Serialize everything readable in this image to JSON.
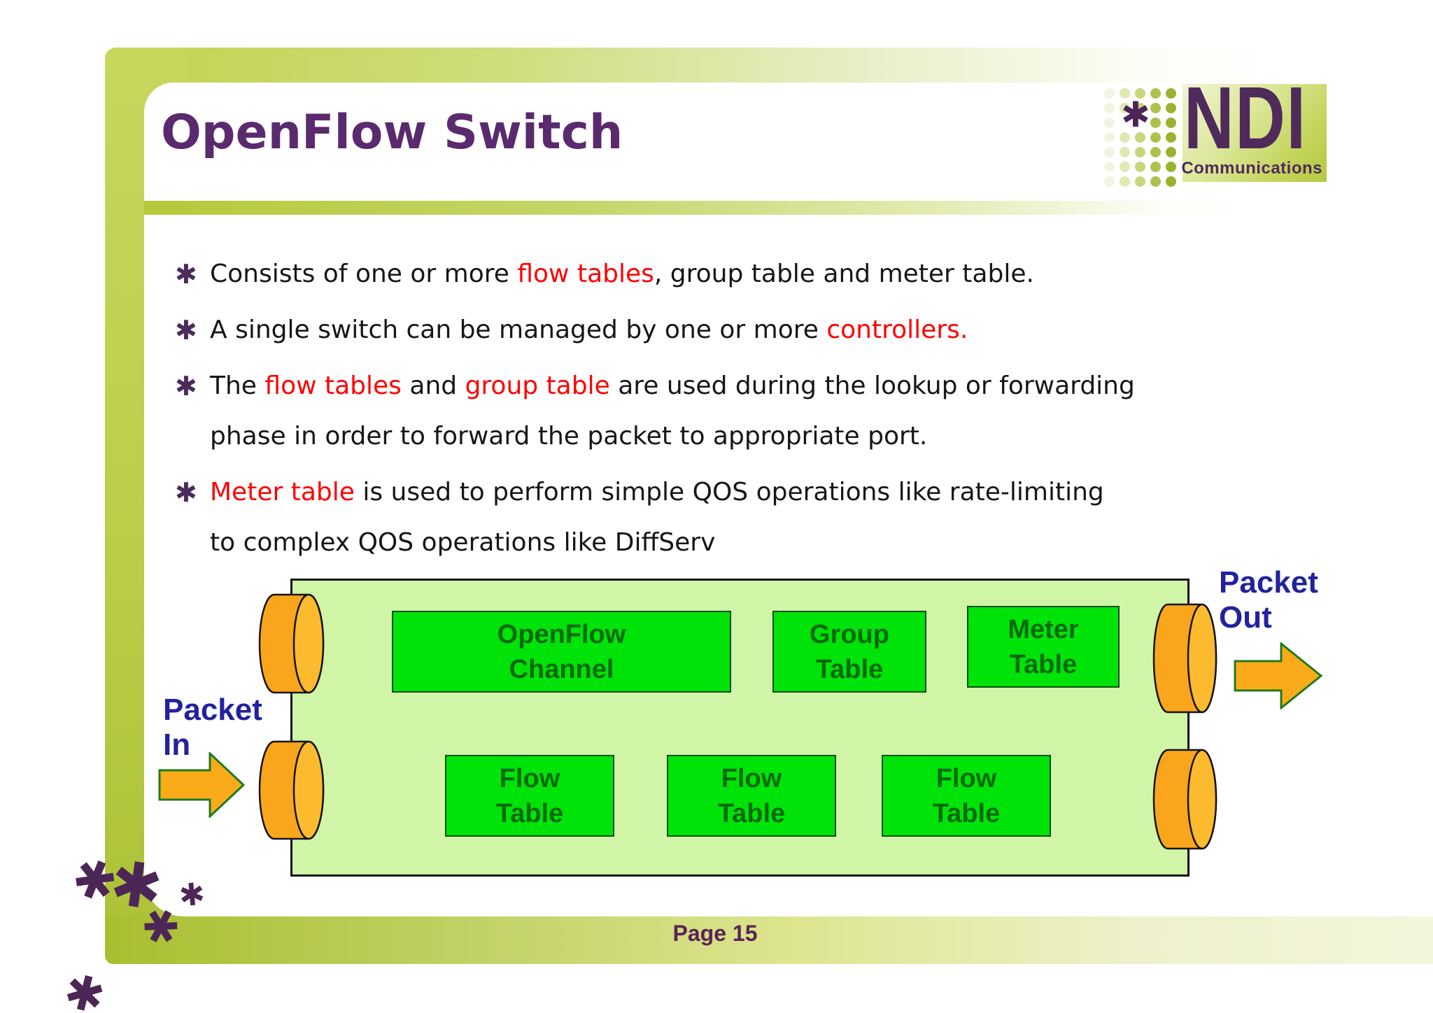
{
  "slide": {
    "title": "OpenFlow Switch",
    "page_label": "Page 15"
  },
  "logo": {
    "brand": "NDI",
    "subtitle": "Communications",
    "asterisk": "✱",
    "dot_grid": {
      "rows": 7,
      "cols": 5,
      "col_colors": [
        "#f1f4e2",
        "#dfe9b2",
        "#c6d77c",
        "#adc24e",
        "#9ab32e"
      ],
      "skip_cells": [
        [
          2,
          1
        ],
        [
          2,
          2
        ]
      ]
    }
  },
  "decorations": {
    "asterisk": "✱"
  },
  "bullets": [
    {
      "marker": "✱",
      "lines": [
        [
          {
            "text": "Consists of one or more ",
            "color": "default"
          },
          {
            "text": "flow tables",
            "color": "red"
          },
          {
            "text": ", group table  and meter table.",
            "color": "default"
          }
        ]
      ]
    },
    {
      "marker": "✱",
      "lines": [
        [
          {
            "text": "A single switch can be managed by one or more ",
            "color": "default"
          },
          {
            "text": "controllers.",
            "color": "red"
          }
        ]
      ]
    },
    {
      "marker": "✱",
      "lines": [
        [
          {
            "text": "The ",
            "color": "default"
          },
          {
            "text": "flow tables",
            "color": "red"
          },
          {
            "text": " and ",
            "color": "default"
          },
          {
            "text": "group table",
            "color": "red"
          },
          {
            "text": " are used during the lookup or forwarding",
            "color": "default"
          }
        ],
        [
          {
            "text": "phase in order to forward the packet to appropriate port.",
            "color": "default"
          }
        ]
      ]
    },
    {
      "marker": "✱",
      "lines": [
        [
          {
            "text": "Meter table",
            "color": "red"
          },
          {
            "text": " is used to perform simple QOS operations like rate-limiting",
            "color": "default"
          }
        ],
        [
          {
            "text": "to complex QOS operations like DiffServ",
            "color": "default"
          }
        ]
      ]
    }
  ],
  "diagram": {
    "boxes": {
      "openflow_channel": [
        "OpenFlow",
        "Channel"
      ],
      "group_table": [
        "Group",
        "Table"
      ],
      "meter_table": [
        "Meter",
        "Table"
      ],
      "flow_table_1": [
        "Flow",
        "Table"
      ],
      "flow_table_2": [
        "Flow",
        "Table"
      ],
      "flow_table_3": [
        "Flow",
        "Table"
      ]
    },
    "labels": {
      "packet_in": [
        "Packet",
        "In"
      ],
      "packet_out": [
        "Packet",
        "Out"
      ]
    },
    "colors": {
      "switch_body": "#d0f5a6",
      "table_box": "#00e309",
      "table_text": "#056a05",
      "cylinder": "#f9a61c",
      "cylinder_face": "#fcba2e",
      "arrow_fill": "#fbab1a",
      "arrow_outline": "#1e7a1e",
      "label_blue": "#22229e"
    }
  },
  "theme": {
    "title_purple": "#5b2a6e",
    "accent_green": "#bfd14a",
    "highlight_red": "#ff0000",
    "marker_purple": "#4b2a5c",
    "footer_text": "#5a2458"
  }
}
